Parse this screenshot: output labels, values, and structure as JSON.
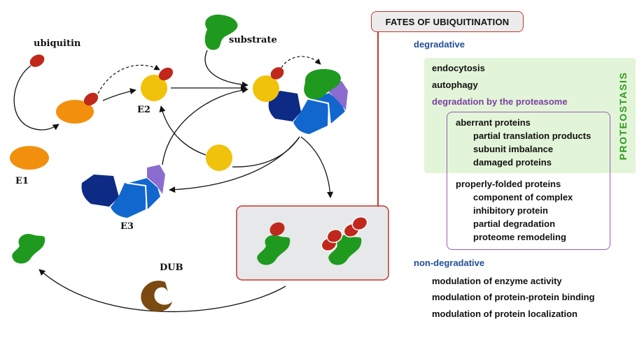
{
  "labels": {
    "ubiquitin": "ubiquitin",
    "substrate": "substrate",
    "e1": "E1",
    "e2": "E2",
    "e3": "E3",
    "dub": "DUB"
  },
  "panel": {
    "title": "FATES OF UBIQUITINATION",
    "degradative_heading": "degradative",
    "degradative_items": [
      "endocytosis",
      "autophagy"
    ],
    "proteasome_heading": "degradation by the proteasome",
    "aberrant_heading": "aberrant proteins",
    "aberrant_items": [
      "partial translation products",
      "subunit imbalance",
      "damaged proteins"
    ],
    "folded_heading": "properly-folded proteins",
    "folded_items": [
      "component of complex",
      "inhibitory protein",
      "partial degradation",
      "proteome remodeling"
    ],
    "nondegradative_heading": "non-degradative",
    "nondegradative_items": [
      "modulation of enzyme activity",
      "modulation of protein-protein binding",
      "modulation of protein localization"
    ],
    "proteostasis_label": "PROTEOSTASIS"
  },
  "colors": {
    "ubiquitin": "#c0281c",
    "e1": "#f2900e",
    "e2": "#f1c20c",
    "substrate": "#1f9a1f",
    "e3_dark": "#0d2a85",
    "e3_mid": "#1267cf",
    "e3_purple": "#8b6ccf",
    "dub": "#7a4a10",
    "accent_red": "#c0392b",
    "degradative_blue": "#1f4e9a",
    "proteostasis_green": "#2e9a1e",
    "proteasome_purple": "#7a3fa0"
  }
}
